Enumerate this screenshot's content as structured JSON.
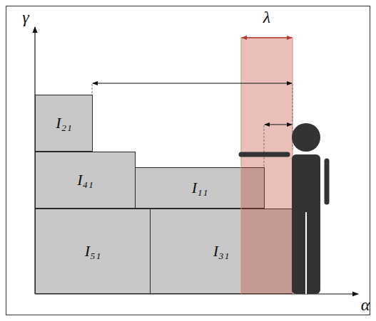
{
  "diagram": {
    "nodes": [
      {
        "text": [
          "I₂₁"
        ]
      },
      {
        "text": [
          "I₄₁"
        ]
      },
      {
        "text": [
          "I₁₁"
        ]
      },
      {
        "text": [
          "I₅₁"
        ]
      },
      {
        "text": [
          "I₃₁"
        ]
      }
    ],
    "labels": [
      "γ",
      "α",
      "λ"
    ]
  }
}
